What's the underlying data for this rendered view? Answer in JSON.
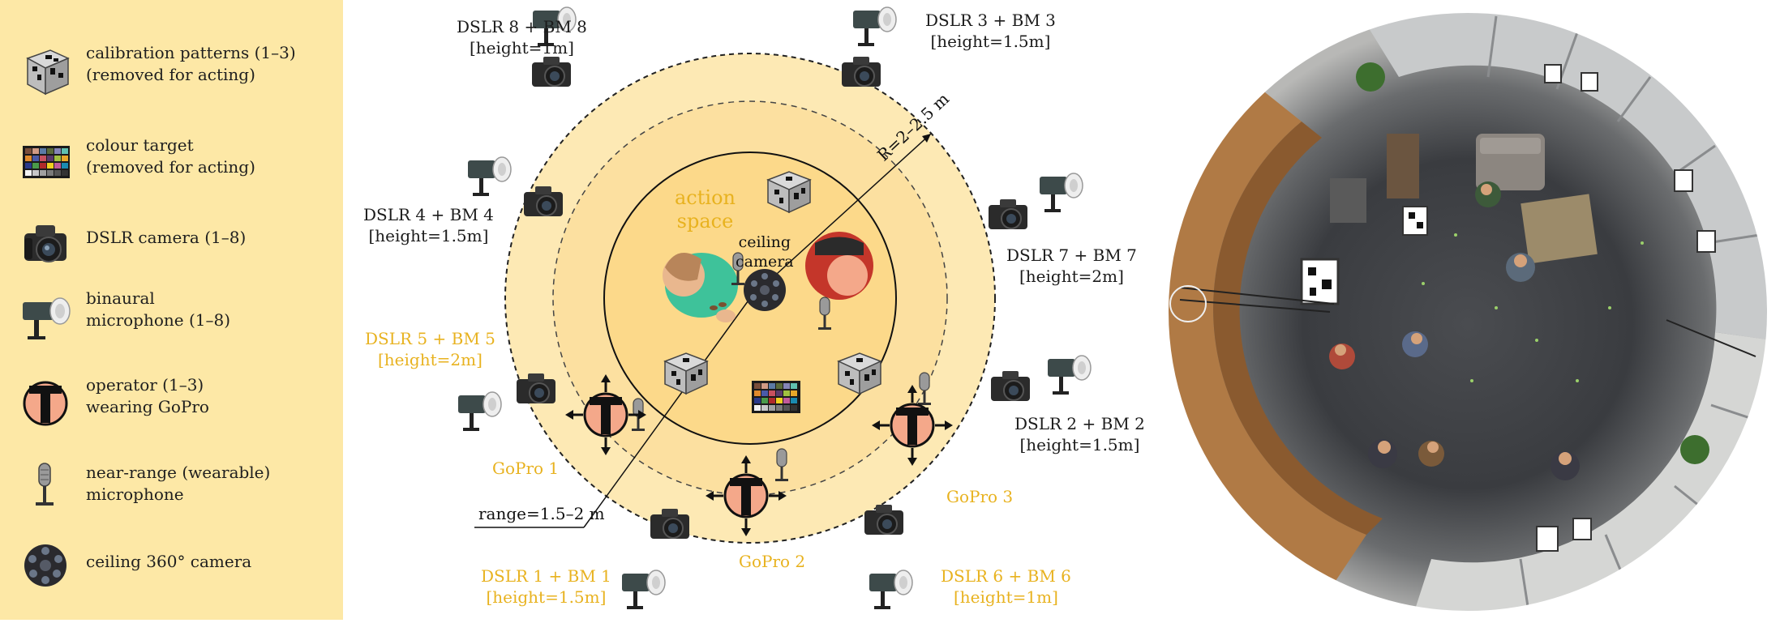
{
  "legend": {
    "items": [
      {
        "icon": "calibration-cube-icon",
        "line1": "calibration patterns (1–3)",
        "line2": "(removed for acting)"
      },
      {
        "icon": "colour-target-icon",
        "line1": "colour target",
        "line2": "(removed for acting)"
      },
      {
        "icon": "dslr-camera-icon",
        "line1": "DSLR camera (1–8)",
        "line2": ""
      },
      {
        "icon": "binaural-microphone-icon",
        "line1": "binaural",
        "line2": "microphone (1–8)"
      },
      {
        "icon": "operator-icon",
        "line1": "operator (1–3)",
        "line2": "wearing GoPro"
      },
      {
        "icon": "near-range-microphone-icon",
        "line1": "near-range (wearable)",
        "line2": "microphone"
      },
      {
        "icon": "ceiling-360-camera-icon",
        "line1": "ceiling 360° camera",
        "line2": ""
      }
    ]
  },
  "diagram": {
    "action_space": {
      "line1": "action",
      "line2": "space"
    },
    "ceiling_camera": {
      "line1": "ceiling",
      "line2": "camera"
    },
    "radius_label": "R=2–2.5 m",
    "range_label": "range=1.5–2 m",
    "stations": [
      {
        "id": "8",
        "name": "DSLR 8 + BM 8",
        "height": "[height=1m]",
        "color": "black"
      },
      {
        "id": "3",
        "name": "DSLR 3 + BM 3",
        "height": "[height=1.5m]",
        "color": "black"
      },
      {
        "id": "4",
        "name": "DSLR 4 + BM 4",
        "height": "[height=1.5m]",
        "color": "black"
      },
      {
        "id": "7",
        "name": "DSLR 7 + BM 7",
        "height": "[height=2m]",
        "color": "black"
      },
      {
        "id": "5",
        "name": "DSLR 5 + BM 5",
        "height": "[height=2m]",
        "color": "yellow"
      },
      {
        "id": "2",
        "name": "DSLR 2 + BM 2",
        "height": "[height=1.5m]",
        "color": "black"
      },
      {
        "id": "1",
        "name": "DSLR 1 + BM 1",
        "height": "[height=1.5m]",
        "color": "yellow"
      },
      {
        "id": "6",
        "name": "DSLR 6 + BM 6",
        "height": "[height=1m]",
        "color": "yellow"
      }
    ],
    "gopros": [
      "GoPro 1",
      "GoPro 2",
      "GoPro 3"
    ],
    "colors": {
      "yellow_text": "#e8b21f",
      "outer_ring": "#fde9b4",
      "inner_ring": "#fcd98a",
      "operator": "#f4a88a",
      "legend_bg": "#fde8a6"
    }
  }
}
